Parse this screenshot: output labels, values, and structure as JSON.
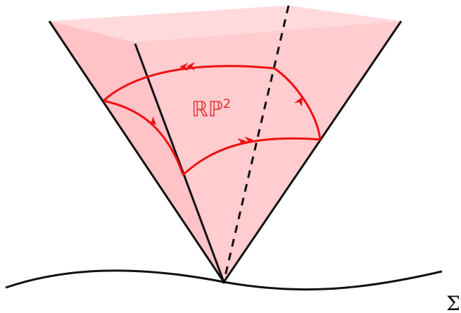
{
  "labels": {
    "surface_label": "ℝℙ",
    "surface_exponent": "2",
    "base_label": "Σ"
  },
  "colors": {
    "cone_fill": "#ffc9cc",
    "cone_top_fill": "#ffdadd",
    "identification_path": "#ee1111",
    "label_red": "#e23030",
    "outline": "#111111"
  }
}
